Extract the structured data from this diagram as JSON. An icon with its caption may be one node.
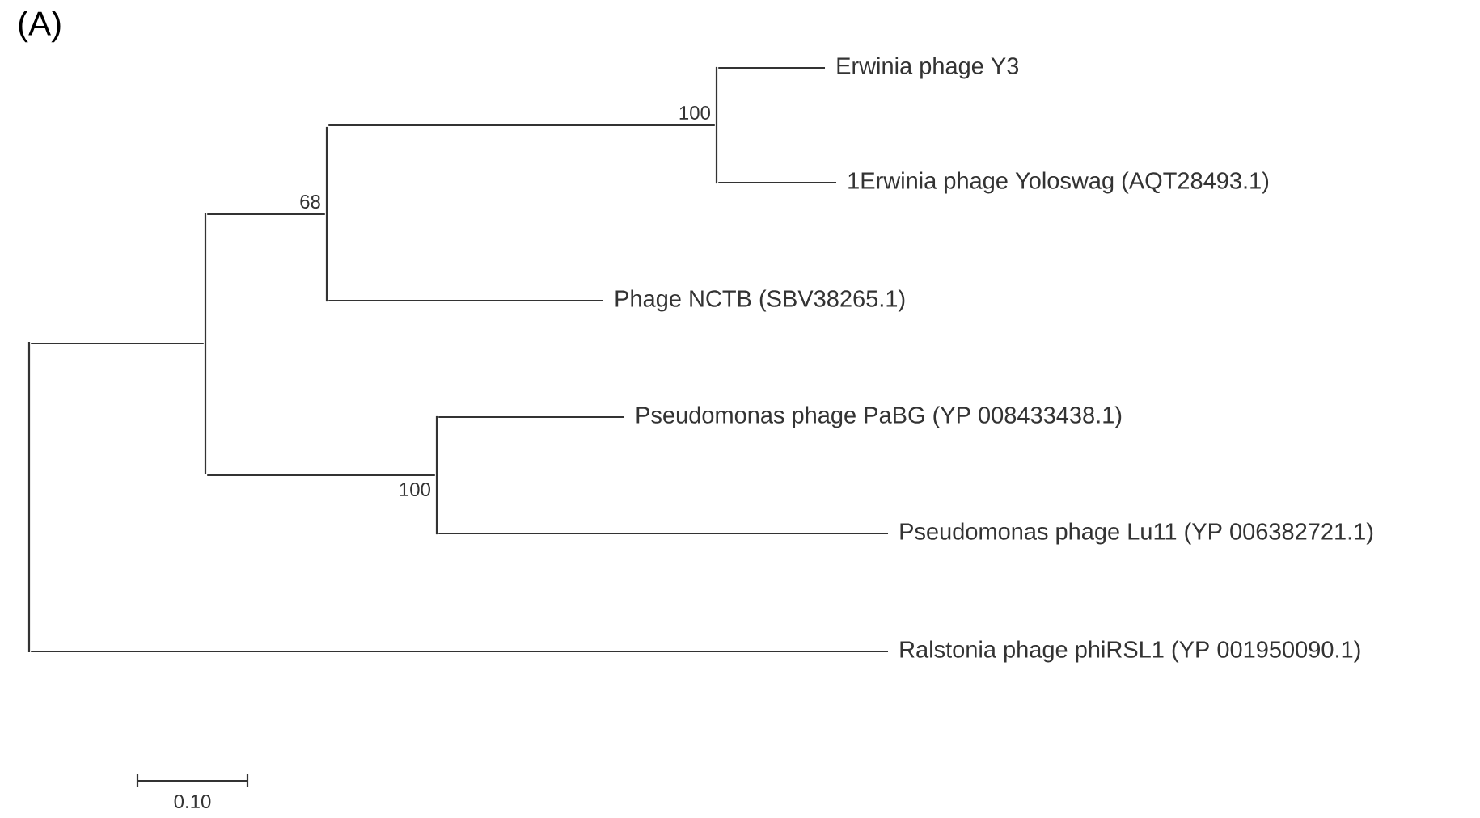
{
  "diagram": {
    "nodes": [
      {
        "text": [],
        "shape": "bar"
      },
      {
        "text": [],
        "shape": "bar"
      },
      {
        "text": [],
        "shape": "bar",
        "beside": [
          "68"
        ]
      },
      {
        "text": [],
        "shape": "bar",
        "beside": [
          "100"
        ]
      },
      {
        "text": [],
        "shape": "bar",
        "beside": [
          "100"
        ]
      },
      {
        "text": [
          "Erwinia phage Y3"
        ]
      },
      {
        "text": [
          "1Erwinia phage Yoloswag (AQT28493.1)"
        ]
      },
      {
        "text": [
          "Phage NCTB (SBV38265.1)"
        ]
      },
      {
        "text": [
          "Pseudomonas phage PaBG (YP 008433438.1)"
        ]
      },
      {
        "text": [
          "Pseudomonas phage Lu11 (YP 006382721.1)"
        ]
      },
      {
        "text": [
          "Ralstonia phage phiRSL1 (YP 001950090.1)"
        ]
      }
    ],
    "edges": [
      {
        "from": 0,
        "to": 1,
        "arrow": "none"
      },
      {
        "from": 0,
        "to": 10,
        "arrow": "none"
      },
      {
        "from": 1,
        "to": 2,
        "arrow": "none"
      },
      {
        "from": 1,
        "to": 3,
        "arrow": "none"
      },
      {
        "from": 2,
        "to": 4,
        "arrow": "none"
      },
      {
        "from": 2,
        "to": 7,
        "arrow": "none"
      },
      {
        "from": 4,
        "to": 5,
        "arrow": "none"
      },
      {
        "from": 4,
        "to": 6,
        "arrow": "none"
      },
      {
        "from": 3,
        "to": 8,
        "arrow": "none"
      },
      {
        "from": 3,
        "to": 9,
        "arrow": "none"
      }
    ],
    "labels": [
      "(A)",
      "0.10"
    ]
  }
}
